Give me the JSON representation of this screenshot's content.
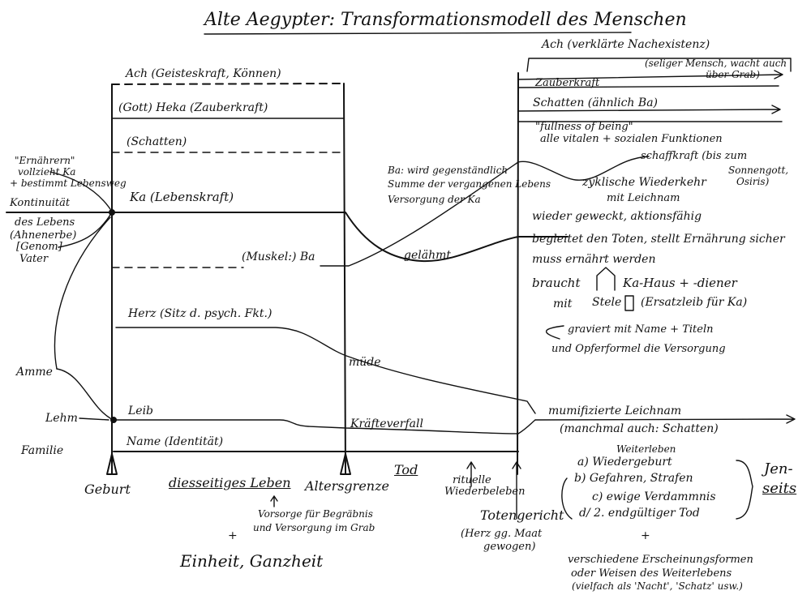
{
  "title": "Alte Aegypter: Transformationsmodell des Menschen",
  "left_labels": {
    "ernaehren": "\"Ernährern\"",
    "vollzieht": "vollzieht Ka",
    "bestimmt": "+ bestimmt Lebensweg",
    "kontinuitaet": "Kontinuität",
    "des_lebens": "des Lebens",
    "ahnenerbe": "(Ahnenerbe)",
    "genom": "[Genom]",
    "vater": "Vater",
    "amme": "Amme",
    "lehm": "Lehm",
    "familie": "Familie"
  },
  "rows": {
    "ach": "Ach (Geisteskraft, Können)",
    "heka": "(Gott) Heka (Zauberkraft)",
    "schatten": "(Schatten)",
    "ka": "Ka (Lebenskraft)",
    "ba": "(Muskel:) Ba",
    "herz": "Herz (Sitz d. psych. Fkt.)",
    "leib": "Leib",
    "name": "Name (Identität)"
  },
  "middle": {
    "ba_desc_1": "Ba: wird gegenständlich",
    "ba_desc_2": "Summe der vergangenen Lebens",
    "ba_desc_3": "Versorgung der Ka",
    "gelaehmt": "gelähmt",
    "muede": "müde",
    "kraefteverfall": "Kräfteverfall"
  },
  "right": {
    "ach_verklaert": "Ach (verklärte Nachexistenz)",
    "seliger_mensch_1": "(seliger Mensch, wacht auch",
    "seliger_mensch_2": "über Grab)",
    "zauberkraft": "Zauberkraft",
    "schatten_aehnlich": "Schatten (ähnlich Ba)",
    "fullness": "\"fullness of being\"",
    "alle_vitalen": "alle vitalen + sozialen Funktionen",
    "schaffkraft": "schaffkraft (bis zum",
    "sonnengott": "Sonnengott,",
    "osiris": "Osiris)",
    "zyklische": "zyklische Wiederkehr",
    "mit_leichnam": "mit Leichnam",
    "wieder_geweckt": "wieder geweckt, aktionsfähig",
    "begleitet": "begleitet den Toten, stellt Ernährung sicher",
    "muss": "muss ernährt werden",
    "braucht": "braucht",
    "ka_haus": "Ka-Haus + -diener",
    "mit": "mit",
    "stele": "Stele",
    "ersatzleib": "(Ersatzleib für Ka)",
    "graviert_1": "graviert mit Name + Titeln",
    "graviert_2": "und Opferformel die Versorgung",
    "mumifizierte": "mumifizierte Leichnam",
    "manchmal": "(manchmal auch: Schatten)"
  },
  "bottom": {
    "geburt": "Geburt",
    "diesseitiges": "diesseitiges Leben",
    "vorsorge_1": "Vorsorge für Begräbnis",
    "vorsorge_2": "und Versorgung im Grab",
    "einheit": "Einheit, Ganzheit",
    "altersgrenze": "Altersgrenze",
    "tod": "Tod",
    "rituelle": "rituelle",
    "wiederbeleben": "Wiederbeleben",
    "totengericht": "Totengericht",
    "herz_gg": "(Herz gg. Maat",
    "gewogen": "gewogen)",
    "weiterleben": "Weiterleben",
    "opt_a": "a) Wiedergeburt",
    "opt_b": "b) Gefahren, Strafen",
    "opt_c": "c) ewige Verdammnis",
    "opt_d": "d/ 2. endgültiger Tod",
    "jen": "Jen-",
    "seits": "seits",
    "verschiedene_1": "verschiedene Erscheinungsformen",
    "verschiedene_2": "oder Weisen des Weiterlebens",
    "verschiedene_3": "(vielfach als 'Nacht', 'Schatz' usw.)"
  }
}
